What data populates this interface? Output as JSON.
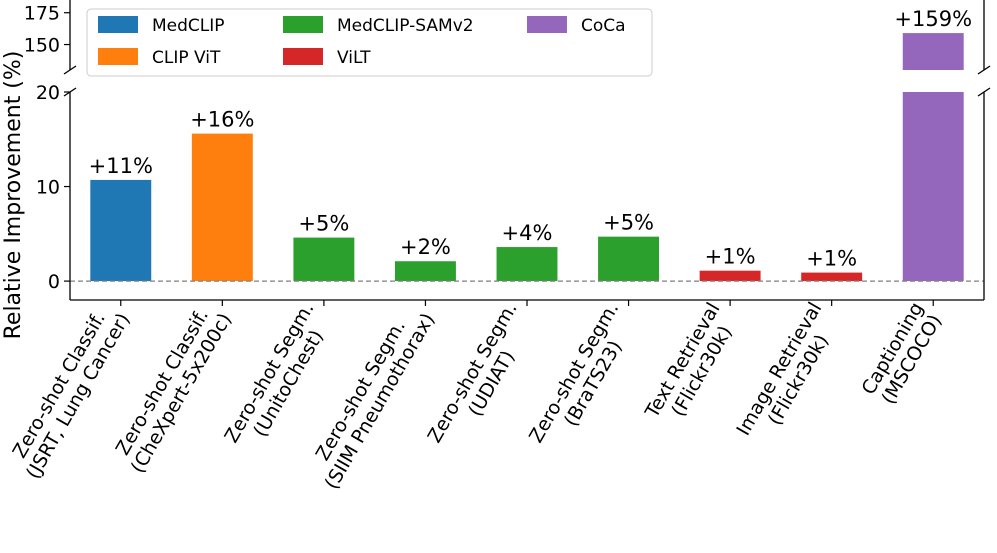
{
  "chart_data": {
    "type": "bar",
    "ylabel": "Relative Improvement (%)",
    "y_axis_broken": true,
    "y_lower_range": [
      -2,
      20
    ],
    "y_upper_range": [
      130,
      185
    ],
    "y_lower_ticks": [
      0,
      10,
      20
    ],
    "y_upper_ticks": [
      150,
      175
    ],
    "baseline": 0,
    "legend_position": "top-left",
    "series": [
      {
        "name": "MedCLIP",
        "color": "#1f77b4"
      },
      {
        "name": "CLIP ViT",
        "color": "#ff7f0e"
      },
      {
        "name": "MedCLIP-SAMv2",
        "color": "#2ca02c"
      },
      {
        "name": "ViLT",
        "color": "#d62728"
      },
      {
        "name": "CoCa",
        "color": "#9467bd"
      }
    ],
    "bars": [
      {
        "category": [
          "Zero-shot Classif.",
          "(JSRT, Lung Cancer)"
        ],
        "value": 10.7,
        "label": "+11%",
        "series": 0
      },
      {
        "category": [
          "Zero-shot Classif.",
          "(CheXpert-5x200c)"
        ],
        "value": 15.6,
        "label": "+16%",
        "series": 1
      },
      {
        "category": [
          "Zero-shot Segm.",
          "(UnitoChest)"
        ],
        "value": 4.6,
        "label": "+5%",
        "series": 2
      },
      {
        "category": [
          "Zero-shot Segm.",
          "(SIIM Pneumothorax)"
        ],
        "value": 2.1,
        "label": "+2%",
        "series": 2
      },
      {
        "category": [
          "Zero-shot Segm.",
          "(UDIAT)"
        ],
        "value": 3.6,
        "label": "+4%",
        "series": 2
      },
      {
        "category": [
          "Zero-shot Segm.",
          "(BraTS23)"
        ],
        "value": 4.7,
        "label": "+5%",
        "series": 2
      },
      {
        "category": [
          "Text Retrieval",
          "(Flickr30k)"
        ],
        "value": 1.1,
        "label": "+1%",
        "series": 3
      },
      {
        "category": [
          "Image Retrieval",
          "(Flickr30k)"
        ],
        "value": 0.9,
        "label": "+1%",
        "series": 3
      },
      {
        "category": [
          "Captioning",
          "(MSCOCO)"
        ],
        "value": 159,
        "label": "+159%",
        "series": 4
      }
    ]
  }
}
